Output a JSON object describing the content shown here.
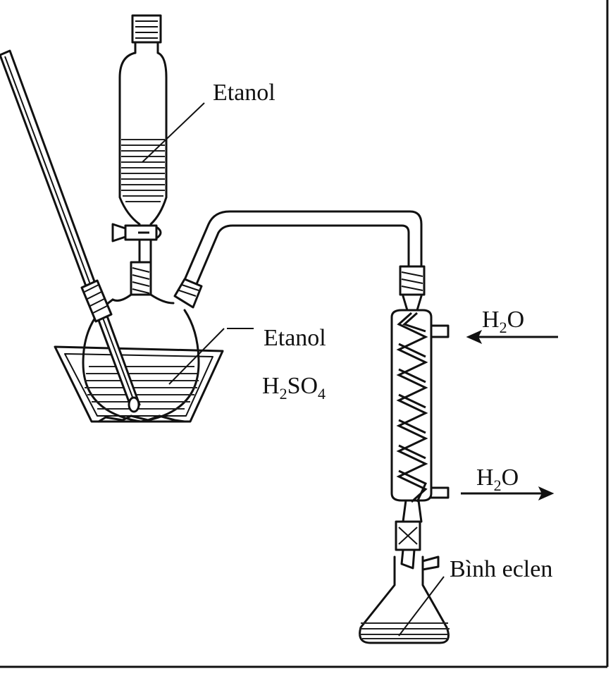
{
  "labels": {
    "funnel_liquid": "Etanol",
    "flask_liquid_1": "Etanol",
    "flask_liquid_2": {
      "base1": "H",
      "sub1": "2",
      "base2": "SO",
      "sub2": "4"
    },
    "water_in": {
      "base1": "H",
      "sub1": "2",
      "base2": "O"
    },
    "water_out": {
      "base1": "H",
      "sub1": "2",
      "base2": "O"
    },
    "receiver": "Bình eclen"
  },
  "colors": {
    "ink": "#111111",
    "background": "#ffffff"
  }
}
